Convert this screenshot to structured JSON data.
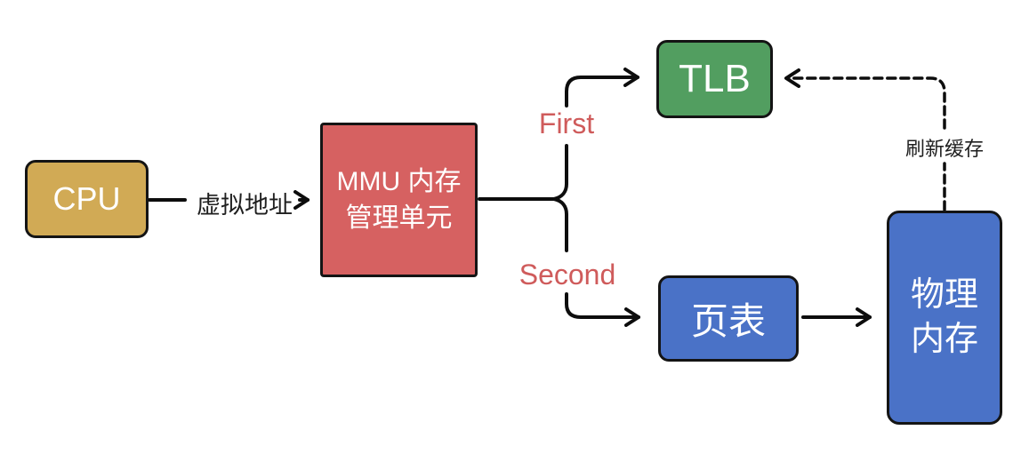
{
  "diagram": {
    "nodes": {
      "cpu": {
        "label": "CPU",
        "color": "#d1aa55"
      },
      "mmu": {
        "label": "MMU 内存\n管理单元",
        "color": "#d66161"
      },
      "tlb": {
        "label": "TLB",
        "color": "#529e60"
      },
      "page_table": {
        "label": "页表",
        "color": "#4a72c7"
      },
      "physical_memory": {
        "label": "物理\n内存",
        "color": "#4a72c7"
      }
    },
    "edge_labels": {
      "virtual_address": "虚拟地址",
      "first_branch": "First",
      "second_branch": "Second",
      "refresh_cache": "刷新缓存"
    },
    "colors": {
      "branch_label_text": "#cf5b5b",
      "edge_label_text": "#1f1f1f",
      "connector_line": "#0d0d0d",
      "node_border": "#141414",
      "node_text": "#ffffff",
      "background": "#ffffff"
    }
  }
}
